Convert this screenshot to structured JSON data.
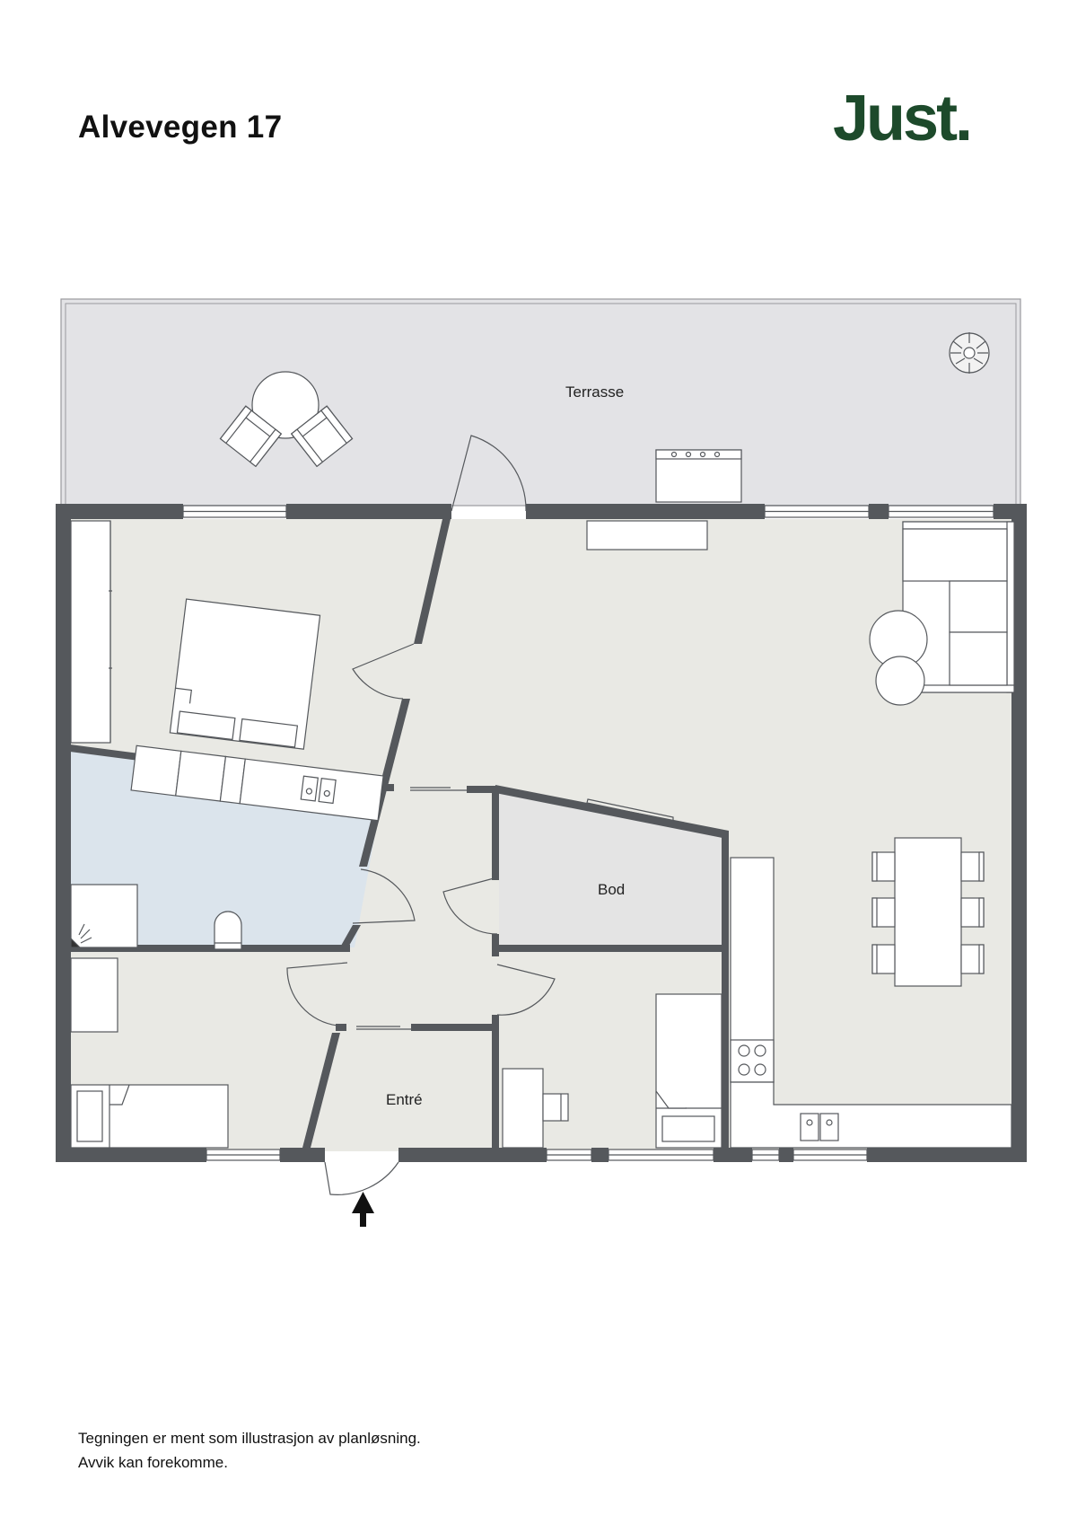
{
  "header": {
    "title": "Alvevegen 17",
    "brand_logo": "Just."
  },
  "rooms": {
    "terrace": "Terrasse",
    "storage": "Bod",
    "entrance": "Entré"
  },
  "footer": {
    "line1": "Tegningen er ment som illustrasjon av planløsning.",
    "line2": "Avvik kan forekomme."
  },
  "colors": {
    "wall": "#55585c",
    "floor": "#e9e9e4",
    "terrace": "#e3e3e6",
    "bathroom": "#dbe4ec",
    "storage": "#e4e4e4",
    "brand": "#1d4a2b"
  }
}
